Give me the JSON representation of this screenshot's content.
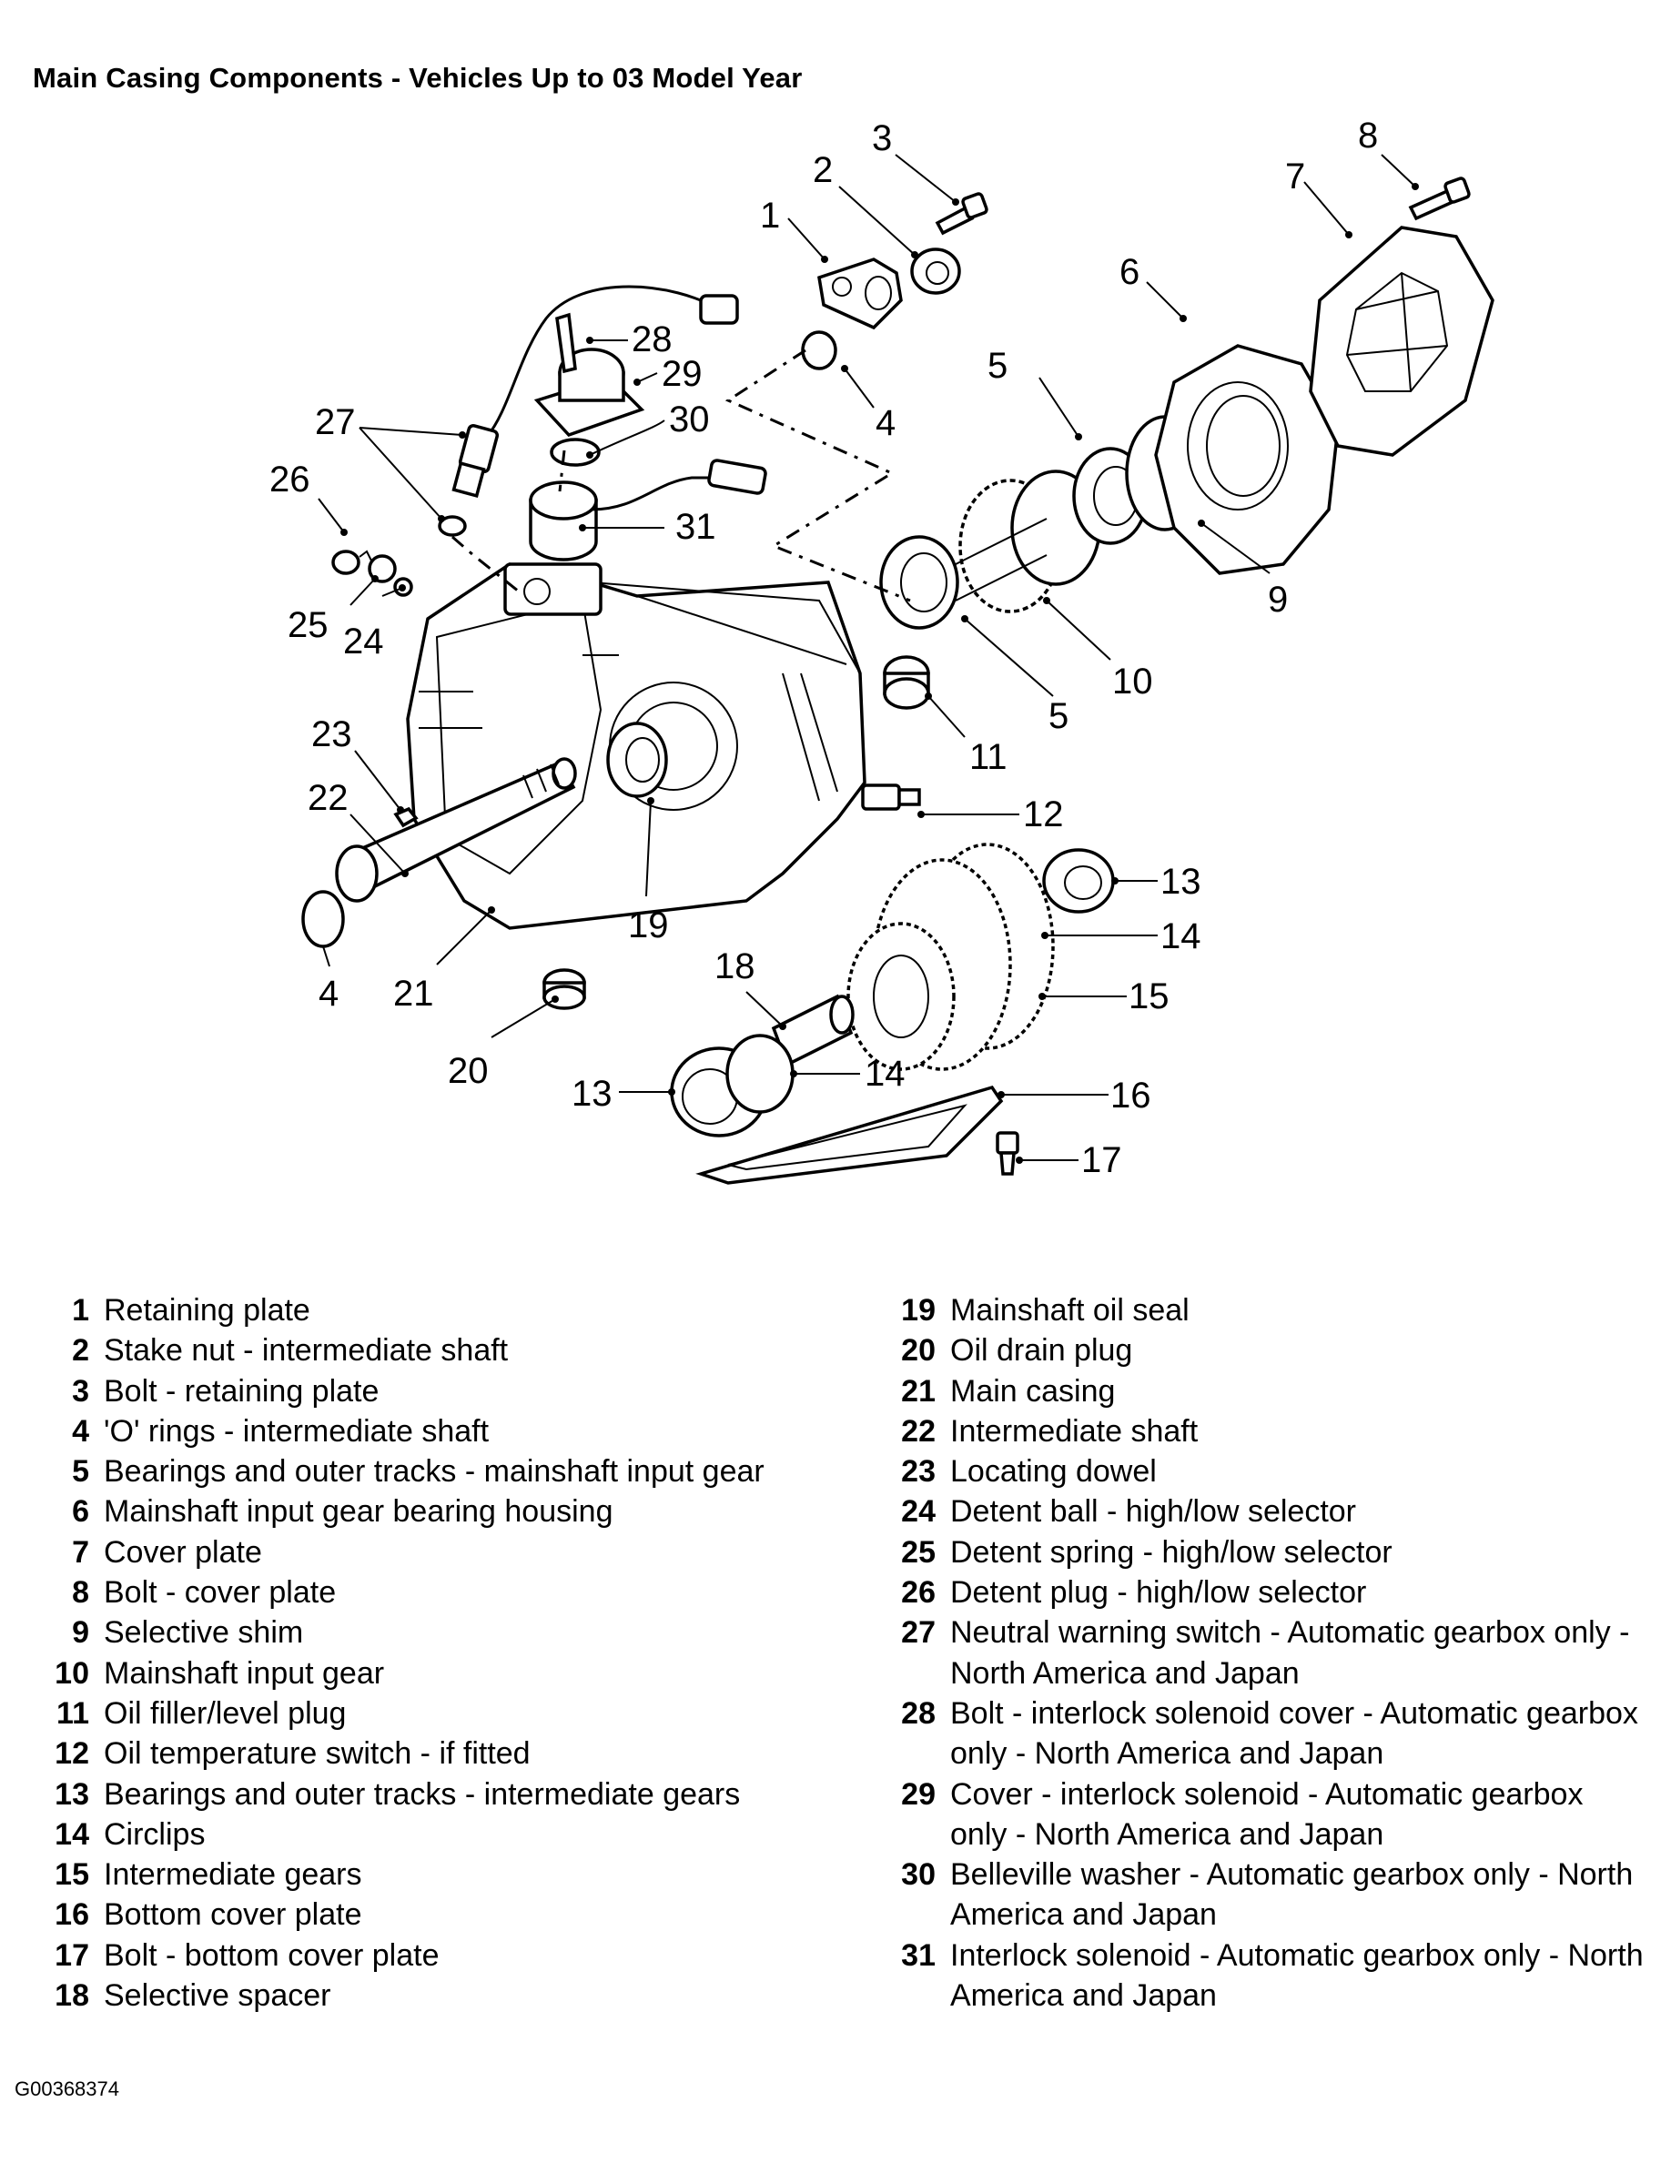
{
  "title": "Main Casing Components - Vehicles Up to 03 Model Year",
  "callouts": {
    "c1": "1",
    "c2": "2",
    "c3": "3",
    "c4a": "4",
    "c4b": "4",
    "c5a": "5",
    "c5b": "5",
    "c6": "6",
    "c7": "7",
    "c8": "8",
    "c9": "9",
    "c10": "10",
    "c11": "11",
    "c12": "12",
    "c13a": "13",
    "c13b": "13",
    "c14a": "14",
    "c14b": "14",
    "c15": "15",
    "c16": "16",
    "c17": "17",
    "c18": "18",
    "c19": "19",
    "c20": "20",
    "c21": "21",
    "c22": "22",
    "c23": "23",
    "c24": "24",
    "c25": "25",
    "c26": "26",
    "c27": "27",
    "c28": "28",
    "c29": "29",
    "c30": "30",
    "c31": "31"
  },
  "legend_left": [
    {
      "num": "1",
      "text": "Retaining plate"
    },
    {
      "num": "2",
      "text": "Stake nut - intermediate shaft"
    },
    {
      "num": "3",
      "text": "Bolt - retaining plate"
    },
    {
      "num": "4",
      "text": "'O' rings - intermediate shaft"
    },
    {
      "num": "5",
      "text": "Bearings and outer tracks - mainshaft input gear"
    },
    {
      "num": "6",
      "text": "Mainshaft input gear bearing housing"
    },
    {
      "num": "7",
      "text": "Cover plate"
    },
    {
      "num": "8",
      "text": "Bolt - cover plate"
    },
    {
      "num": "9",
      "text": "Selective shim"
    },
    {
      "num": "10",
      "text": "Mainshaft input gear"
    },
    {
      "num": "11",
      "text": "Oil filler/level plug"
    },
    {
      "num": "12",
      "text": "Oil temperature switch - if fitted"
    },
    {
      "num": "13",
      "text": "Bearings and outer tracks - intermediate gears"
    },
    {
      "num": "14",
      "text": "Circlips"
    },
    {
      "num": "15",
      "text": "Intermediate gears"
    },
    {
      "num": "16",
      "text": "Bottom cover plate"
    },
    {
      "num": "17",
      "text": "Bolt - bottom cover plate"
    },
    {
      "num": "18",
      "text": "Selective spacer"
    }
  ],
  "legend_right": [
    {
      "num": "19",
      "text": "Mainshaft oil seal"
    },
    {
      "num": "20",
      "text": "Oil drain plug"
    },
    {
      "num": "21",
      "text": "Main casing"
    },
    {
      "num": "22",
      "text": "Intermediate shaft"
    },
    {
      "num": "23",
      "text": "Locating dowel"
    },
    {
      "num": "24",
      "text": "Detent ball - high/low selector"
    },
    {
      "num": "25",
      "text": "Detent spring - high/low selector"
    },
    {
      "num": "26",
      "text": "Detent plug - high/low selector"
    },
    {
      "num": "27",
      "text": "Neutral warning switch - Automatic gearbox only - North America and Japan"
    },
    {
      "num": "28",
      "text": "Bolt - interlock solenoid cover - Automatic gearbox only - North America  and Japan"
    },
    {
      "num": "29",
      "text": "Cover - interlock solenoid - Automatic gearbox only - North America  and Japan"
    },
    {
      "num": "30",
      "text": "Belleville washer - Automatic gearbox only - North America and Japan"
    },
    {
      "num": "31",
      "text": "Interlock solenoid - Automatic gearbox only - North America and Japan"
    }
  ],
  "figure_code": "G00368374"
}
